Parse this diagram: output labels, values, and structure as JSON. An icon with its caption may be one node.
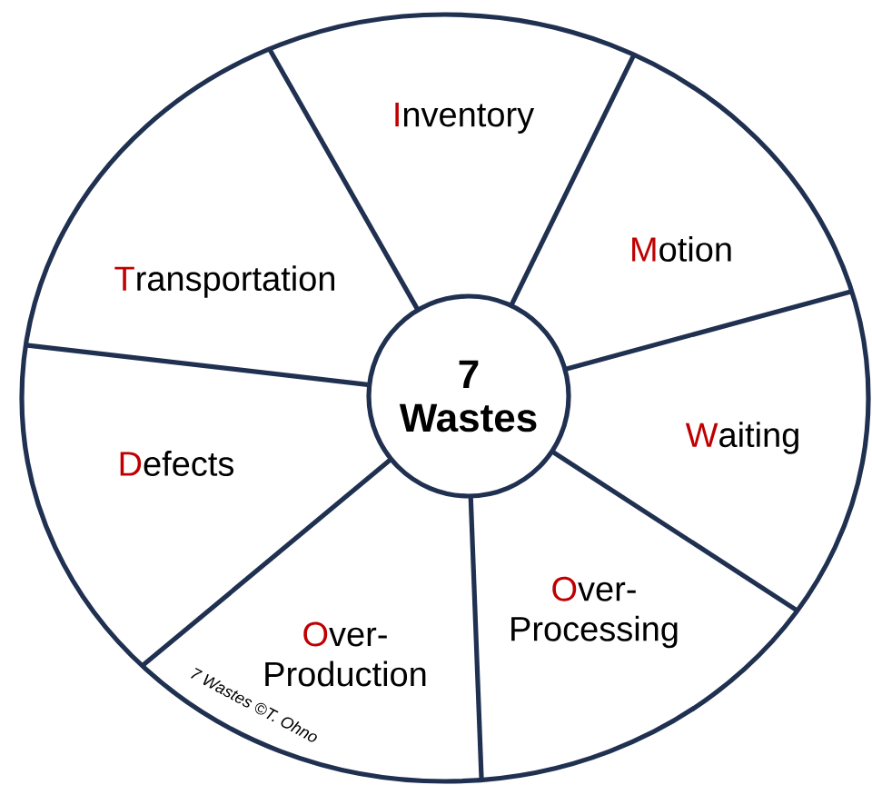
{
  "diagram": {
    "nodes": [
      {
        "text": [
          "7 Wastes"
        ]
      },
      {
        "text": [
          "Inventory"
        ]
      },
      {
        "text": [
          "Motion"
        ]
      },
      {
        "text": [
          "Waiting"
        ]
      },
      {
        "text": [
          "Over- Processing"
        ]
      },
      {
        "text": [
          "Over- Production"
        ]
      },
      {
        "text": [
          "Defects"
        ]
      },
      {
        "text": [
          "Transportation"
        ]
      }
    ],
    "labels": [
      "7 Wastes ©T. Ohno"
    ]
  }
}
